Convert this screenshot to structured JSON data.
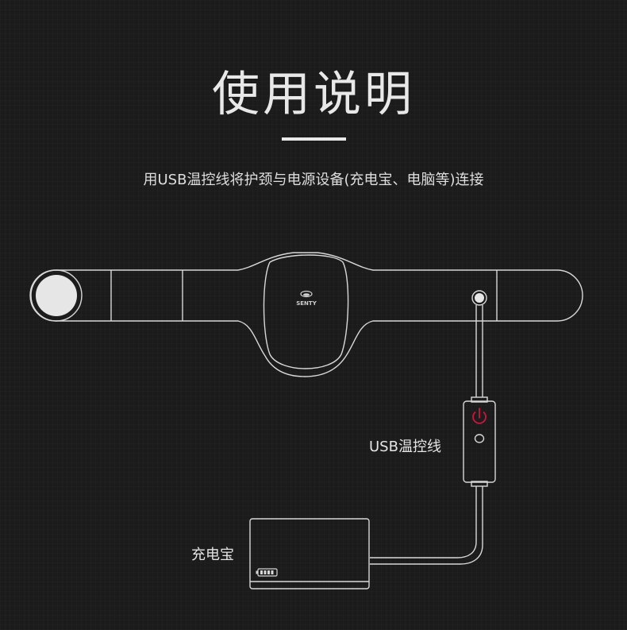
{
  "header": {
    "title": "使用说明",
    "subtitle": "用USB温控线将护颈与电源设备(充电宝、电脑等)连接"
  },
  "labels": {
    "usb_cable": "USB温控线",
    "power_bank": "充电宝"
  },
  "device": {
    "logo_text": "SENTY",
    "power_icon": "power-icon",
    "colors": {
      "background": "#1b1b1b",
      "line": "#d8d8d8",
      "power_accent": "#d0143c",
      "heat_pad": "#e6e6e6"
    }
  }
}
